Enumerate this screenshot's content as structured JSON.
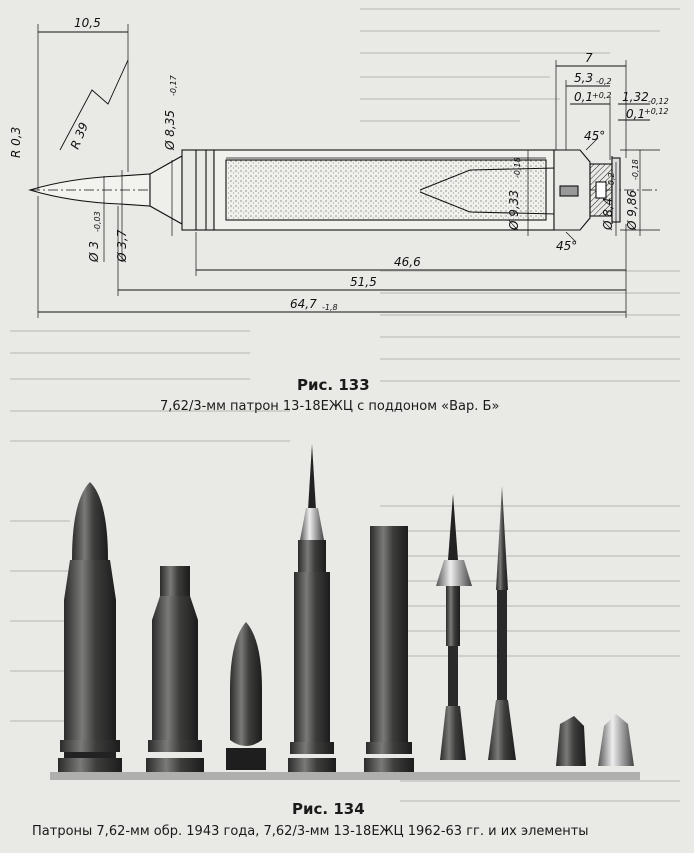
{
  "figure133": {
    "title": "Рис. 133",
    "caption": "7,62/3-мм патрон 13-18ЕЖЦ с поддоном «Вар. Б»",
    "dims": {
      "d_10_5": "10,5",
      "d_7": "7",
      "d_5_3": "5,3",
      "d_5_3_tol": "-0,2",
      "d_0_1a": "0,1",
      "d_0_1a_tol": "+0,2",
      "d_1_32": "1,32",
      "d_1_32_tol": "-0,12",
      "d_0_1b": "0,1",
      "d_0_1b_tol": "+0,12",
      "r03": "R 0,3",
      "r39": "R 39",
      "d_8_35": "Ø 8,35",
      "d_8_35_tol": "-0,17",
      "a45a": "45°",
      "a45b": "45°",
      "d_3": "Ø 3",
      "d_3_tol": "-0,03",
      "d_3_7": "Ø 3,7",
      "d_9_33": "Ø 9,33",
      "d_9_33_tol": "-0,18",
      "d_8_4": "Ø 8,4",
      "d_8_4_tol": "-0,2",
      "d_9_86": "Ø 9,86",
      "d_9_86_tol": "-0,18",
      "d_46_6": "46,6",
      "d_51_5": "51,5",
      "d_64_7": "64,7",
      "d_64_7_tol": "-1,8"
    }
  },
  "figure134": {
    "title": "Рис. 134",
    "caption": "Патроны 7,62-мм обр. 1943 года, 7,62/3-мм 13-18ЕЖЦ 1962-63 гг. и их элементы"
  }
}
